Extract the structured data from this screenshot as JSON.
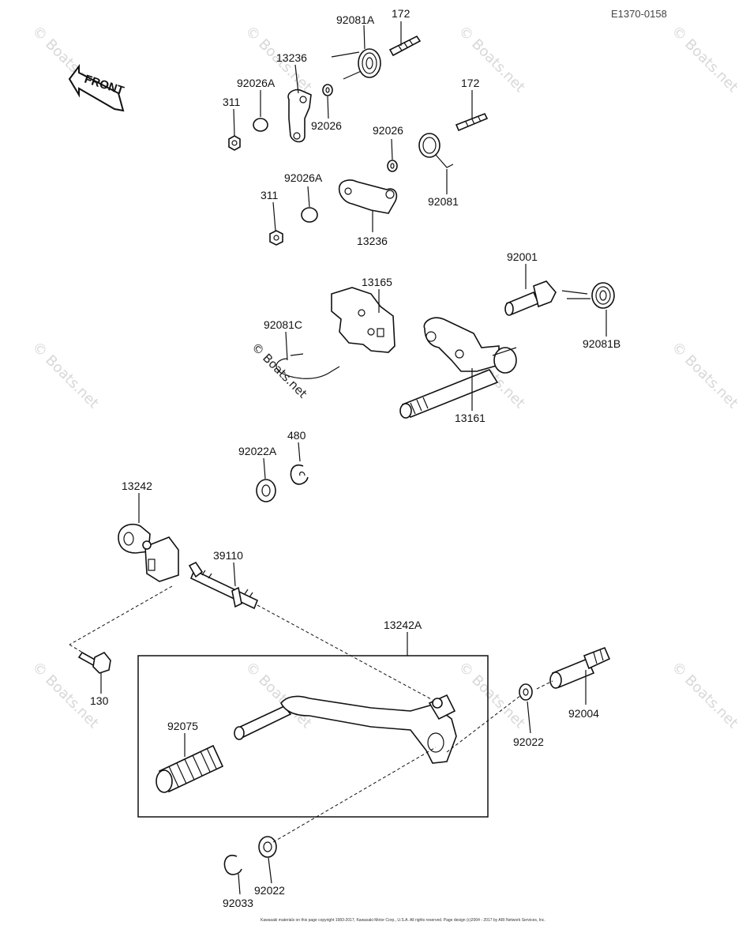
{
  "diagram": {
    "ref_code": "E1370-0158",
    "front_label": "FRONT",
    "watermark": "© Boats.net",
    "copyright": "Kawasaki materials on this page copyright 1983-2017, Kawasaki Motor Corp., U.S.A. All rights reserved.  Page design (c)2004 - 2017 by ARI Network Services, Inc.",
    "labels": {
      "p92081A": "92081A",
      "p172a": "172",
      "p13236a": "13236",
      "p92026Aa": "92026A",
      "p311a": "311",
      "p92026a": "92026",
      "p172b": "172",
      "p92026b": "92026",
      "p92081": "92081",
      "p92026Ab": "92026A",
      "p311b": "311",
      "p13236b": "13236",
      "p92001": "92001",
      "p13165": "13165",
      "p92081C": "92081C",
      "p92081B": "92081B",
      "p13161": "13161",
      "p92022A": "92022A",
      "p480": "480",
      "p13242": "13242",
      "p39110": "39110",
      "p13242A": "13242A",
      "p130": "130",
      "p92075": "92075",
      "p92022a": "92022",
      "p92004": "92004",
      "p92033": "92033",
      "p92022b": "92022"
    }
  }
}
